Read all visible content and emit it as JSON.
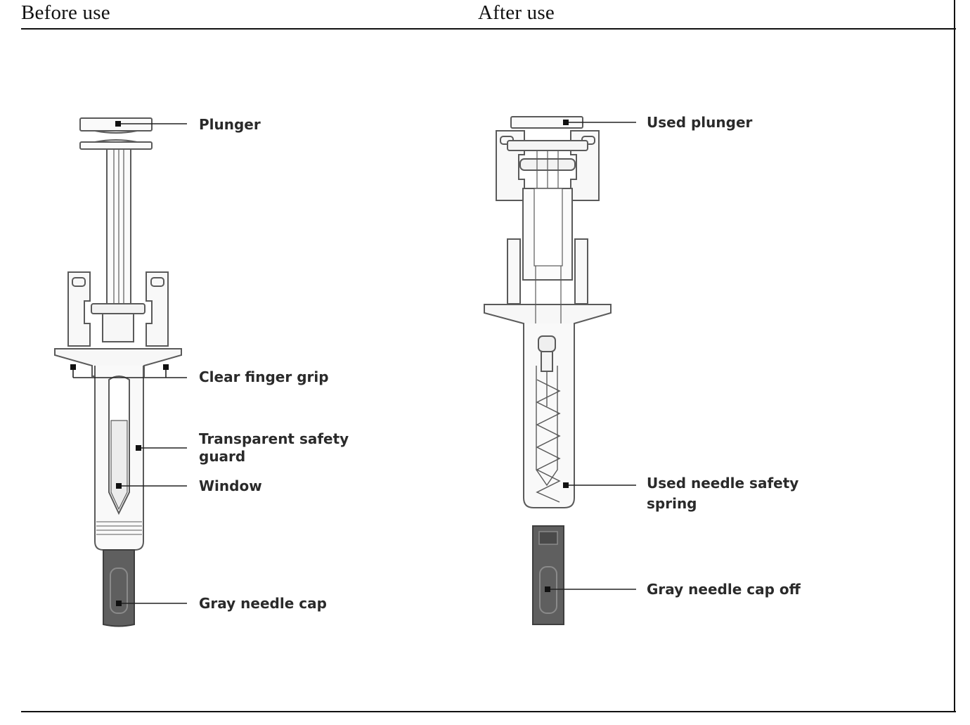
{
  "columns": {
    "before_title": "Before use",
    "after_title": "After use"
  },
  "before": {
    "plunger": "Plunger",
    "finger_grip": "Clear finger grip",
    "safety_guard_line1": "Transparent safety",
    "safety_guard_line2": "guard",
    "window": "Window",
    "needle_cap": "Gray needle cap"
  },
  "after": {
    "used_plunger": "Used plunger",
    "spring_line1": "Used needle safety",
    "spring_line2": "spring",
    "needle_cap_off": "Gray needle cap off"
  },
  "colors": {
    "outline": "#5a5a5a",
    "cap_fill": "#5f5f5f",
    "body_fill": "#f7f7f7"
  }
}
